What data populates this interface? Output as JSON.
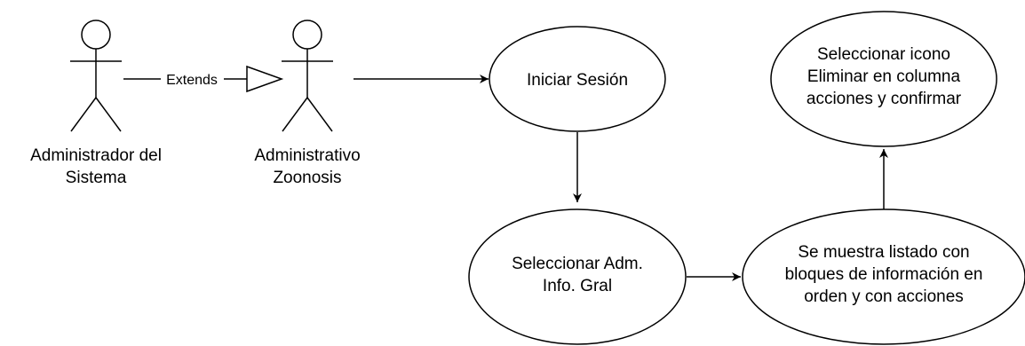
{
  "actors": [
    {
      "id": "admin-sistema",
      "label_lines": [
        "Administrador del",
        "Sistema"
      ]
    },
    {
      "id": "admin-zoonosis",
      "label_lines": [
        "Administrativo",
        "Zoonosis"
      ]
    }
  ],
  "relations": {
    "extends_label": "Extends"
  },
  "use_cases": [
    {
      "id": "iniciar-sesion",
      "label_lines": [
        "Iniciar Sesión"
      ]
    },
    {
      "id": "seleccionar-adm",
      "label_lines": [
        "Seleccionar Adm.",
        "Info. Gral"
      ]
    },
    {
      "id": "listado",
      "label_lines": [
        "Se muestra listado con",
        "bloques de información en",
        "orden y con acciones"
      ]
    },
    {
      "id": "eliminar",
      "label_lines": [
        "Seleccionar icono",
        "Eliminar en columna",
        "acciones y confirmar"
      ]
    }
  ],
  "colors": {
    "stroke": "#000000",
    "background": "#ffffff"
  }
}
